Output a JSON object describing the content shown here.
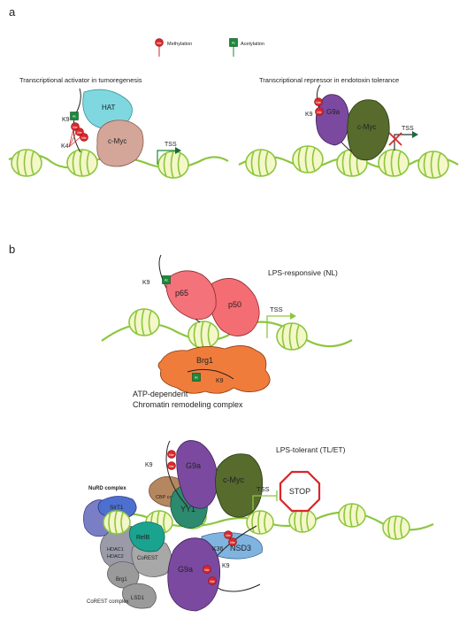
{
  "panel_a": {
    "label": "a",
    "legend": {
      "methylation": "Methylation",
      "acetylation": "Acetylation"
    },
    "left": {
      "title": "Transcriptional activator in tumoregenesis",
      "hat": "HAT",
      "cmyc": "c-Myc",
      "k9": "K9",
      "k4": "K4",
      "tss": "TSS"
    },
    "right": {
      "title": "Transcriptional repressor in endotoxin tolerance",
      "g9a": "G9a",
      "cmyc": "c-Myc",
      "k9": "K9",
      "tss": "TSS"
    }
  },
  "panel_b": {
    "label": "b",
    "nl": {
      "title": "LPS-responsive (NL)",
      "p65": "p65",
      "p50": "p50",
      "brg1": "Brg1",
      "k9": "K9",
      "k9_lower": "K9",
      "tss": "TSS",
      "complex_line1": "ATP-dependent",
      "complex_line2": "Chromatin remodeling complex"
    },
    "tl": {
      "title": "LPS-tolerant (TL/ET)",
      "nurd": "NuRD complex",
      "sirt1": "SirT1",
      "cbp": "CBP complex",
      "yy1": "YY1",
      "g9a_top": "G9a",
      "cmyc": "c-Myc",
      "tss": "TSS",
      "stop": "STOP",
      "relb": "RelB",
      "hdac1": "HDAC1",
      "hdac2": "HDAC2",
      "corest": "CoREST",
      "brg1": "Brg1",
      "lsd1": "LSD1",
      "corest_complex": "CoREST complex",
      "nsd3": "NSD3",
      "g9a_bottom": "G9a",
      "k9_top": "K9",
      "k36": "K36",
      "k9_bottom": "K9"
    }
  },
  "colors": {
    "dna": "#8cc63f",
    "nucleosome": "#f4f7c8",
    "hat": "#7fd8e0",
    "cmyc_a": "#d4a69a",
    "g9a": "#7b4aa0",
    "cmyc_b": "#566b2c",
    "p65": "#f4727a",
    "brg1": "#f07c3c",
    "complex_text": "#e0692b",
    "nurd": "#3a3ac0",
    "sirt1": "#4d6fd0",
    "cbp": "#b58760",
    "yy1": "#2c8a6e",
    "relb": "#1aa38f",
    "nsd3": "#7fb4e0",
    "gray": "#9a9a9a",
    "mark_red": "#d9262b",
    "mark_green": "#1a8a3a",
    "stop": "#d9262b"
  }
}
